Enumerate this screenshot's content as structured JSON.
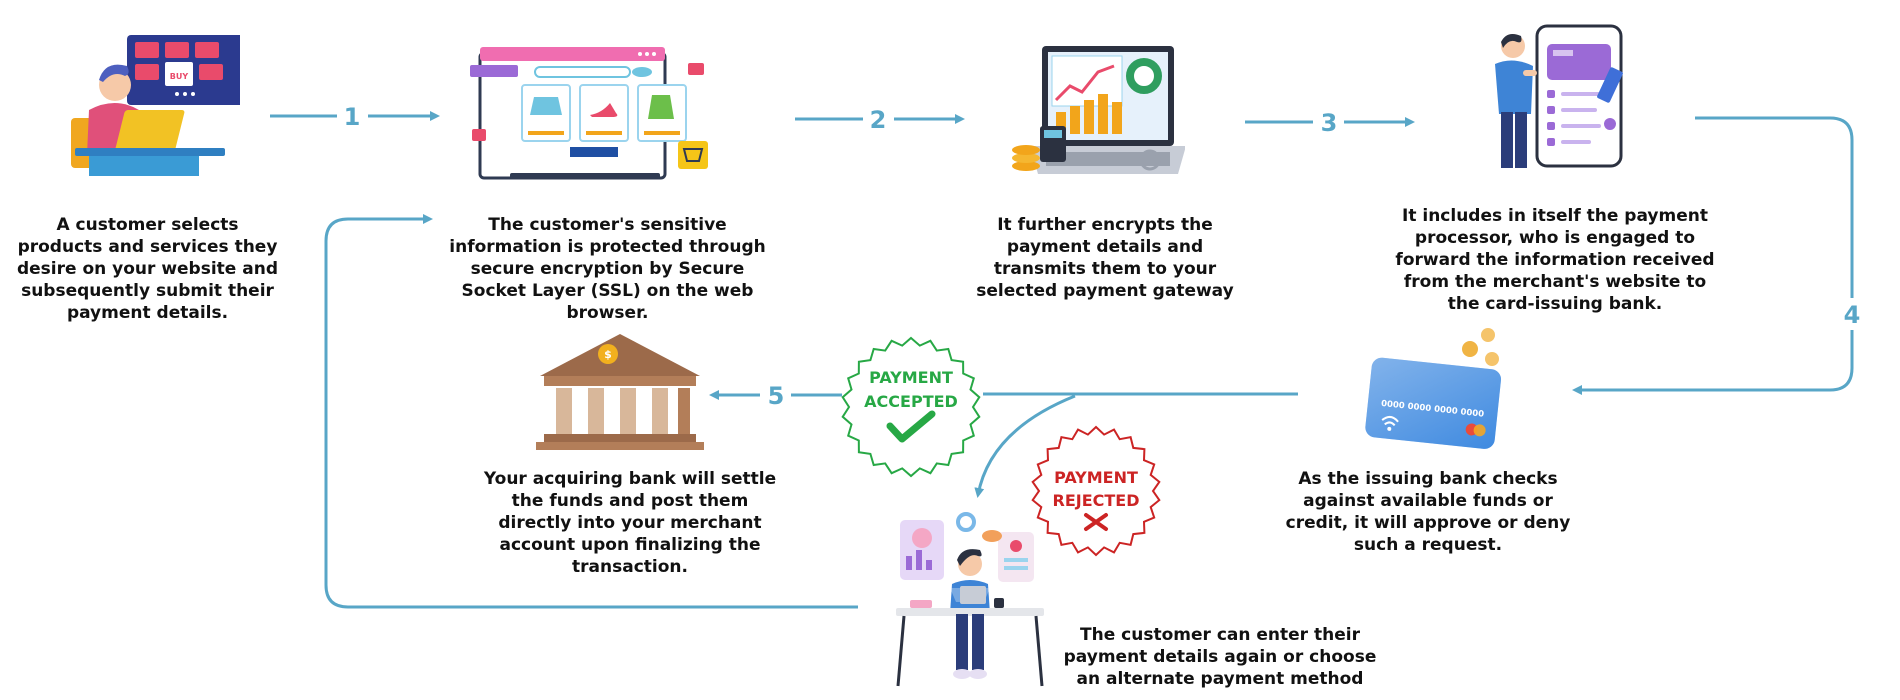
{
  "colors": {
    "flow": "#58a6c7",
    "accepted": "#27a845",
    "rejected": "#cc2424",
    "text": "#111111"
  },
  "steps": [
    {
      "num": "1",
      "caption": "A customer selects products and services they desire on your website and subsequently submit their payment details."
    },
    {
      "num": "2",
      "caption": "The customer's sensitive information is protected through secure encryption by Secure Socket Layer (SSL) on the web browser."
    },
    {
      "num": "3",
      "caption": "It further encrypts the payment details and transmits them to your selected payment gateway"
    },
    {
      "num": "4",
      "caption": "It includes in itself the payment processor, who is engaged to forward the information received from the merchant's website to the card-issuing bank."
    },
    {
      "num": "5",
      "caption": "As the issuing bank checks against available funds or credit, it will approve or deny such a request."
    }
  ],
  "acquiring_bank_caption": "Your acquiring bank will settle the funds and post them directly into your merchant account upon finalizing the transaction.",
  "retry_caption": "The customer can enter their payment details again or choose an alternate payment method",
  "stamps": {
    "accepted": {
      "line1": "PAYMENT",
      "line2": "ACCEPTED",
      "mark": "check-icon"
    },
    "rejected": {
      "line1": "PAYMENT",
      "line2": "REJECTED",
      "mark": "cross-icon"
    }
  },
  "illustration_text": {
    "shop_badge": "BUY",
    "card_number": "0000 0000 0000 0000",
    "coin_symbol": "$"
  }
}
